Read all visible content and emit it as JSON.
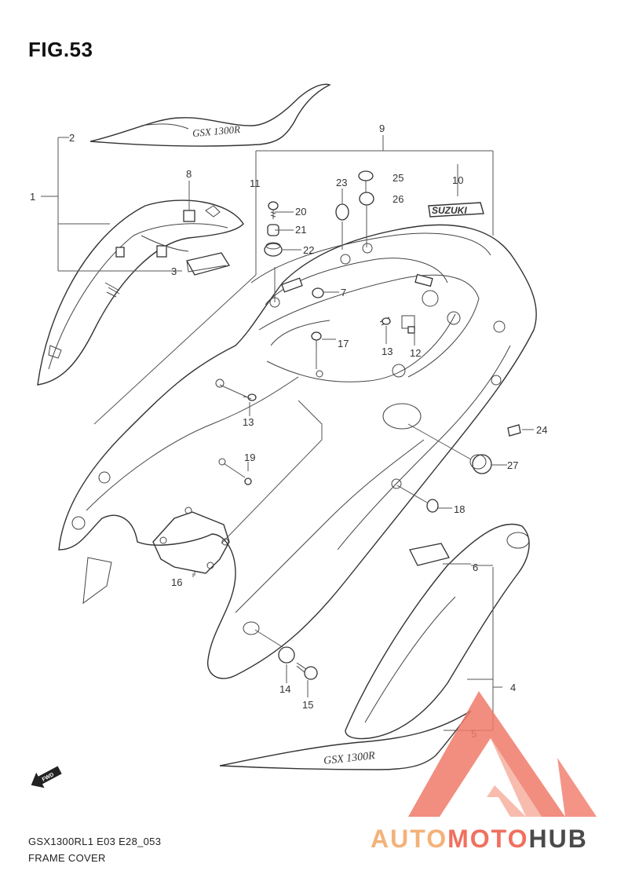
{
  "figure": {
    "title": "FIG.53",
    "model_code": "GSX1300RL1 E03 E28_053",
    "name": "FRAME COVER"
  },
  "decals": {
    "gsx_top": "GSX 1300R",
    "gsx_bottom": "GSX 1300R",
    "suzuki": "SUZUKI"
  },
  "fwd_label": "FWD",
  "part_labels": {
    "p1": "1",
    "p2": "2",
    "p3": "3",
    "p4": "4",
    "p5": "5",
    "p6": "6",
    "p7": "7",
    "p8": "8",
    "p9": "9",
    "p10": "10",
    "p11": "11",
    "p12": "12",
    "p13a": "13",
    "p13b": "13",
    "p14": "14",
    "p15": "15",
    "p16": "16",
    "p17": "17",
    "p18": "18",
    "p19": "19",
    "p20": "20",
    "p21": "21",
    "p22": "22",
    "p23": "23",
    "p24": "24",
    "p25": "25",
    "p26": "26",
    "p27": "27"
  },
  "watermark": {
    "part1": "AUTO",
    "part2": "MOTO",
    "part3": "HUB"
  },
  "colors": {
    "line": "#333333",
    "watermark_light": "#f3b27a",
    "watermark_red": "#f0705f",
    "watermark_dark": "#4a4a4a"
  }
}
